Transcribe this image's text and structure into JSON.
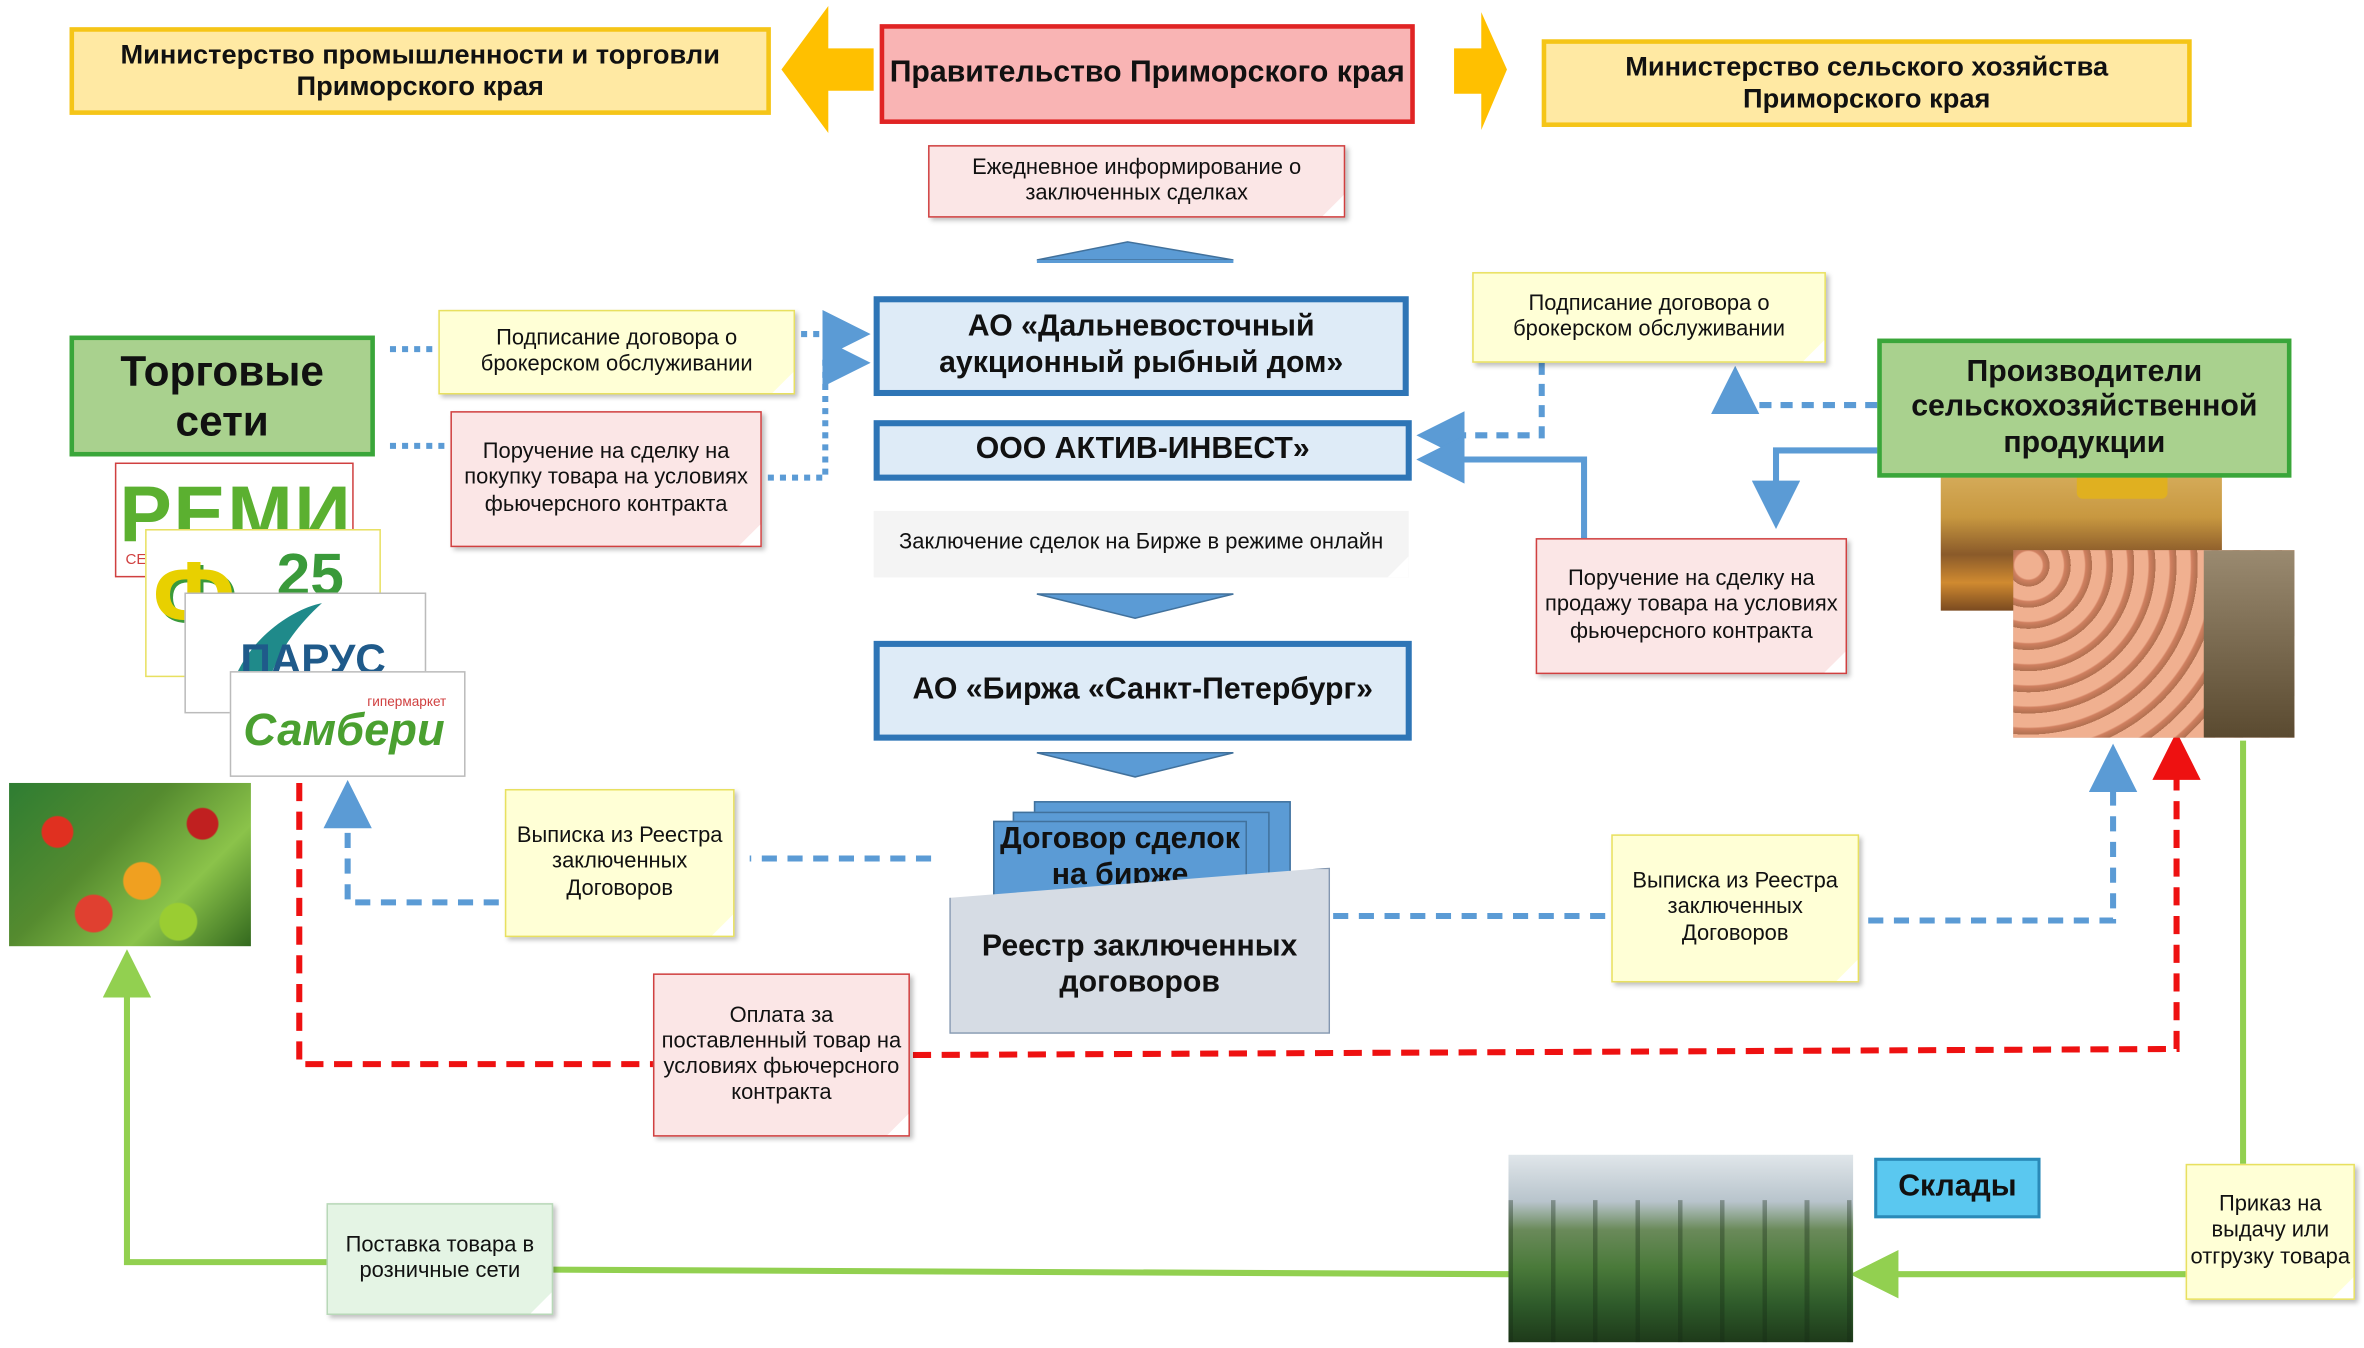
{
  "ministries": {
    "industry": "Министерство промышленности и торговли Приморского края",
    "government": "Правительство Приморского края",
    "agriculture": "Министерство сельского хозяйства Приморского края"
  },
  "notes": {
    "daily_info": "Ежедневное информирование  о заключенных сделках",
    "broker_left": "Подписание  договора о брокерском обслуживании",
    "order_buy": "Поручение на сделку на покупку товара на условиях фьючерсного контракта",
    "broker_right": "Подписание договора о брокерском обслуживании",
    "order_sell": "Поручение на сделку на продажу товара на условиях фьючерсного контракта",
    "online_deals": "Заключение сделок на Бирже в режиме онлайн",
    "extract_left": "Выписка из Реестра заключенных Договоров",
    "extract_right": "Выписка из Реестра заключенных Договоров",
    "payment": "Оплата за поставленный товар на условиях фьючерсного контракта",
    "delivery": "Поставка товара в розничные сети",
    "order_release": "Приказ на выдачу или отгрузку товара"
  },
  "center": {
    "auction_house": "АО «Дальневосточный аукционный рыбный дом»",
    "aktiv_invest": "ООО АКТИВ-ИНВЕСТ»",
    "exchange": "АО «Биржа «Санкт-Петербург»",
    "contract": "Договор сделок на бирже",
    "registry": "Реестр заключенных договоров"
  },
  "actors": {
    "retail": "Торговые сети",
    "producers": "Производители сельскохозяйственной продукции",
    "warehouses": "Склады"
  },
  "logos": {
    "remi": "РЕМИ",
    "remi_sub": "СЕ",
    "f25_letter": "Ф",
    "f25_number": "25",
    "parus": "ПАРУС",
    "samberi": "Самбери",
    "samberi_sub": "гипермаркет"
  },
  "colors": {
    "blue_arrow": "#5b9bd5",
    "red_arrow": "#ee1111",
    "green_arrow": "#92d050",
    "yellow_arrow": "#ffc000"
  }
}
